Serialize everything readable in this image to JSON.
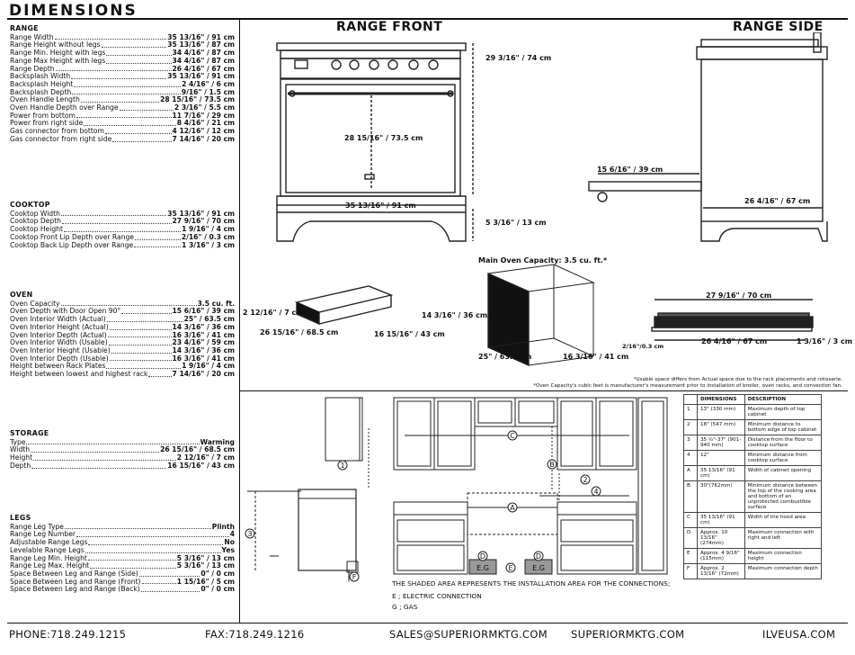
{
  "title": "DIMENSIONS",
  "range": {
    "heading": "RANGE",
    "rows": [
      {
        "label": "Range Width",
        "value": "35 13/16\" / 91 cm"
      },
      {
        "label": "Range Height without legs",
        "value": "35 13/16\" / 87 cm"
      },
      {
        "label": "Range Min. Height with legs",
        "value": "34 4/16\" / 87 cm"
      },
      {
        "label": "Range Max Height with legs",
        "value": "34 4/16\" / 87 cm"
      },
      {
        "label": "Range Depth",
        "value": "26 4/16\" / 67 cm"
      },
      {
        "label": "Backsplash Width",
        "value": "35 13/16\" / 91 cm"
      },
      {
        "label": "Backsplash Height",
        "value": "2 4/16\" / 6 cm"
      },
      {
        "label": "Backsplash Depth",
        "value": "9/16\" / 1.5 cm"
      },
      {
        "label": "Oven Handle Length",
        "value": "28 15/16\" / 73.5 cm"
      },
      {
        "label": "Oven Handle Depth over Range",
        "value": "2 3/16\" / 5.5 cm"
      },
      {
        "label": "Power from bottom",
        "value": "11 7/16\" / 29 cm"
      },
      {
        "label": "Power from right side",
        "value": "8 4/16\" / 21 cm"
      },
      {
        "label": "Gas connector from bottom",
        "value": "4 12/16\" / 12 cm"
      },
      {
        "label": "Gas connector from right side",
        "value": "7 14/16\" / 20 cm"
      }
    ]
  },
  "cooktop": {
    "heading": "COOKTOP",
    "rows": [
      {
        "label": "Cooktop Width",
        "value": "35 13/16\" / 91 cm"
      },
      {
        "label": "Cooktop Depth",
        "value": "27 9/16\" / 70 cm"
      },
      {
        "label": "Cooktop Height",
        "value": "1 9/16\" / 4 cm"
      },
      {
        "label": "Cooktop Front Lip Depth over Range",
        "value": "2/16\" / 0.3 cm"
      },
      {
        "label": "Cooktop Back Lip Depth over Range",
        "value": "1 3/16\" / 3 cm"
      }
    ]
  },
  "oven": {
    "heading": "OVEN",
    "rows": [
      {
        "label": "Oven Capacity",
        "value": "3.5 cu. ft."
      },
      {
        "label": "Oven Depth with Door Open 90°",
        "value": "15 6/16\" / 39 cm"
      },
      {
        "label": "Oven Interior Width (Actual)",
        "value": "25\" / 63.5 cm"
      },
      {
        "label": "Oven Interior Height (Actual)",
        "value": "14 3/16\" / 36 cm"
      },
      {
        "label": "Oven Interior Depth (Actual)",
        "value": "16 3/16\" / 41 cm"
      },
      {
        "label": "Oven Interior Width (Usable)",
        "value": "23 4/16\" / 59 cm"
      },
      {
        "label": "Oven Interior Height (Usable)",
        "value": "14 3/16\" / 36 cm"
      },
      {
        "label": "Oven Interior Depth (Usable)",
        "value": "16 3/16\" / 41 cm"
      },
      {
        "label": "Height between Rack Plates",
        "value": "1 9/16\" / 4 cm"
      },
      {
        "label": "Height between lowest and highest rack",
        "value": "7 14/16\" / 20 cm"
      }
    ]
  },
  "storage": {
    "heading": "STORAGE",
    "rows": [
      {
        "label": "Type",
        "value": "Warming"
      },
      {
        "label": "Width",
        "value": "26 15/16\" / 68.5 cm"
      },
      {
        "label": "Height",
        "value": "2 12/16\" / 7 cm"
      },
      {
        "label": "Depth",
        "value": "16 15/16\" / 43 cm"
      }
    ]
  },
  "legs": {
    "heading": "LEGS",
    "rows": [
      {
        "label": "Range Leg Type",
        "value": "Plinth"
      },
      {
        "label": "Range Leg Number",
        "value": "4"
      },
      {
        "label": "Adjustable Range Legs",
        "value": "No"
      },
      {
        "label": "Levelable Range Legs",
        "value": "Yes"
      },
      {
        "label": "Range Leg Min. Height",
        "value": "5 3/16\" / 13 cm"
      },
      {
        "label": "Range Leg Max. Height",
        "value": "5 3/16\" / 13 cm"
      },
      {
        "label": "Space Between Leg and Range (Side)",
        "value": "0\" / 0 cm"
      },
      {
        "label": "Space Between Leg and Range (Front)",
        "value": "1 15/16\" / 5 cm"
      },
      {
        "label": "Space Between Leg and Range (Back)",
        "value": "0\" / 0 cm"
      }
    ]
  },
  "diagrams": {
    "front_title": "RANGE FRONT",
    "side_title": "RANGE SIDE",
    "front_height": "29 3/16\" / 74 cm",
    "front_handle": "28 15/16\" / 73.5 cm",
    "front_width": "35 13/16\" / 91 cm",
    "front_leg": "5 3/16\" / 13 cm",
    "side_door": "15 6/16\" / 39 cm",
    "side_depth": "26 4/16\" / 67 cm",
    "oven_capacity": "Main Oven Capacity: 3.5 cu. ft.*",
    "drawer_h": "2 12/16\" / 7 cm",
    "drawer_w": "26 15/16\" / 68.5 cm",
    "drawer_d": "16 15/16\" / 43 cm",
    "cavity_h": "14 3/16\" / 36 cm",
    "cavity_w": "25\" / 63.5 cm",
    "cavity_d": "16 3/16\" / 41 cm",
    "top_depth": "27 9/16\" / 70 cm",
    "top_lip_front": "2/16\"/0.3 cm",
    "top_range_depth": "26 4/16\" / 67 cm",
    "top_lip_back": "1 3/16\" / 3 cm",
    "note1": "*Usable space differs from Actual space due to the rack placements and rotisserie.",
    "note2": "*Oven Capacity's cubic feet is manufacturer's measurement prior to installation of broiler, oven racks, and convection fan."
  },
  "installation": {
    "shaded_note": "THE SHADED AREA REPRESENTS THE INSTALLATION AREA FOR THE CONNECTIONS;",
    "legend_e": "E ; ELECTRIC CONNECTION",
    "legend_g": "G ; GAS",
    "eg": "E.G",
    "markers": {
      "A": "A",
      "B": "B",
      "C": "C",
      "D": "D",
      "E": "E",
      "F": "F",
      "n1": "1",
      "n2": "2",
      "n3": "3",
      "n4": "4"
    },
    "table": {
      "col_dim": "DIMENSIONS",
      "col_desc": "DESCRIPTION",
      "rows": [
        {
          "id": "1",
          "dim": "13\" (330 mm)",
          "desc": "Maximum depth of top cabinet"
        },
        {
          "id": "2",
          "dim": "18\" (547 mm)",
          "desc": "Minimum distance to bottom edge of top cabinet"
        },
        {
          "id": "3",
          "dim": "35 ½\"-37\" (901-940 mm)",
          "desc": "Distance from the floor to cooktop surface"
        },
        {
          "id": "4",
          "dim": "12\"",
          "desc": "Minimum distance from cooktop surface"
        },
        {
          "id": "A",
          "dim": "35 13/16\" (91 cm)",
          "desc": "Width of cabinet opening"
        },
        {
          "id": "B",
          "dim": "30\"(762mm)",
          "desc": "Minimum distance between the top of the cooking area and bottom of an unprotected combustible surface"
        },
        {
          "id": "C",
          "dim": "35 13/16\" (91 cm)",
          "desc": "Width of the hood area"
        },
        {
          "id": "D",
          "dim": "Approx. 10 13/16\" (274mm)",
          "desc": "Maximum connection with right and left"
        },
        {
          "id": "E",
          "dim": "Approx. 4 9/16\" (115mm)",
          "desc": "Maximum connection height"
        },
        {
          "id": "F",
          "dim": "Approx. 2 13/16\" (72mm)",
          "desc": "Maximum connection depth"
        }
      ]
    }
  },
  "footer": {
    "phone": "PHONE:718.249.1215",
    "fax": "FAX:718.249.1216",
    "email": "SALES@SUPERIORMKTG.COM",
    "site1": "SUPERIORMKTG.COM",
    "site2": "ILVEUSA.COM"
  }
}
